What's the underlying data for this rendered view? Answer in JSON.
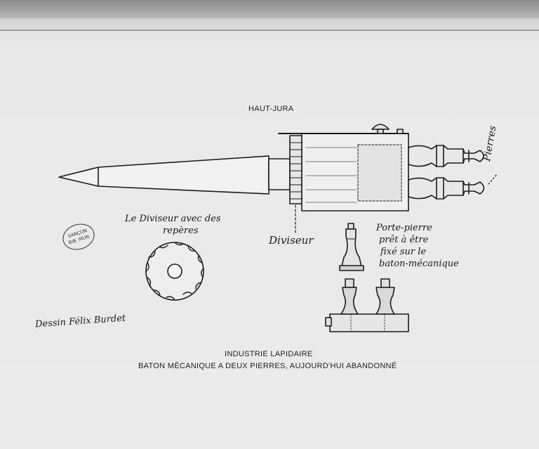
{
  "header": {
    "region": "HAUT-JURA"
  },
  "footer": {
    "line1": "INDUSTRIE LAPIDAIRE",
    "line2": "BATON MÉCANIQUE A DEUX PIERRES, AUJOURD'HUI ABANDONNÉ"
  },
  "labels": {
    "pierres": "Pierres",
    "diviseur": "Diviseur",
    "diviseur_repere_line1": "Le Diviseur avec des",
    "diviseur_repere_line2": "repères",
    "porte_pierre_line1": "Porte-pierre",
    "porte_pierre_line2": "prêt à être",
    "porte_pierre_line3": "fixé sur le",
    "porte_pierre_line4": "baton-mécanique",
    "signature": "Dessin Félix Burdet"
  },
  "stamp": {
    "line1": "SANÇON",
    "line2": "BIB. MUN."
  },
  "colors": {
    "ink": "#1c1c1c",
    "paper": "#ebebeb",
    "film_edge": "#8a8a8a"
  }
}
